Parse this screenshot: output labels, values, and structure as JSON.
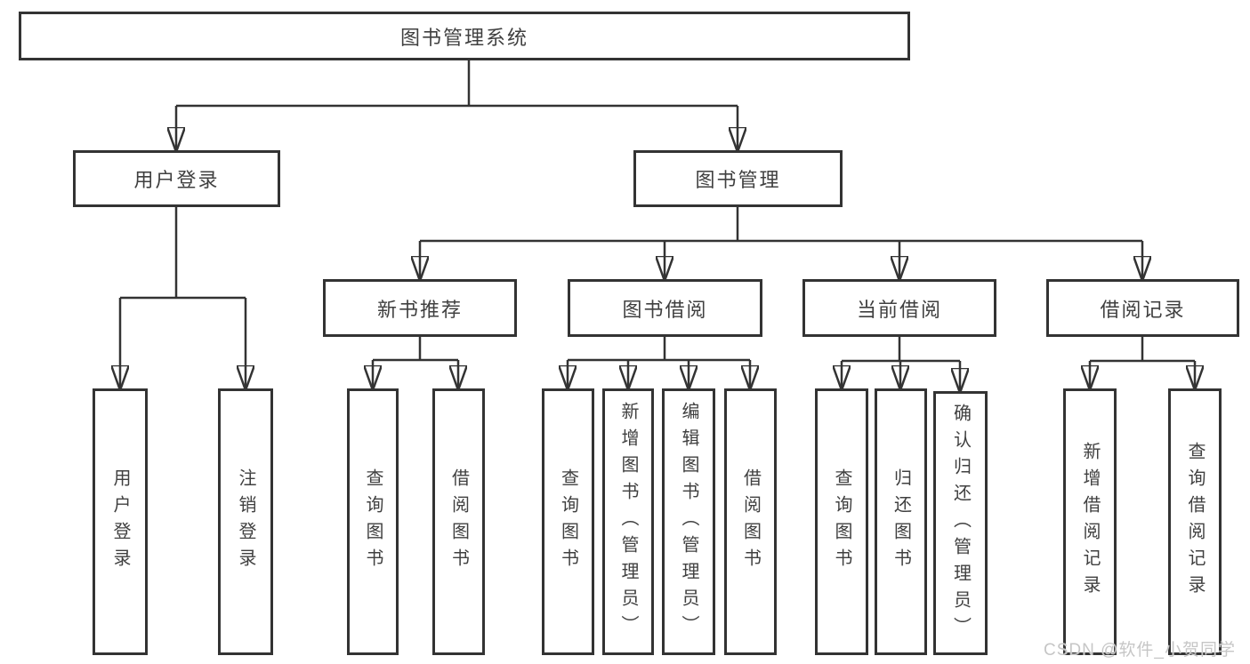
{
  "diagram": {
    "title": "图书管理系统",
    "kind": "function-structure-tree",
    "colors": {
      "line": "#333333",
      "box_border": "#333333",
      "text": "#404040",
      "background": "#ffffff",
      "watermark": "#c6c6c6"
    },
    "watermark": "CSDN @软件_小贺同学",
    "nodes": {
      "root": "图书管理系统",
      "login_group": "用户登录",
      "book_mgmt_group": "图书管理",
      "new_book_rec": "新书推荐",
      "book_borrow": "图书借阅",
      "current_borrow": "当前借阅",
      "borrow_records": "借阅记录",
      "leaf_user_login": "用户登录",
      "leaf_logout": "注销登录",
      "leaf_rec_query_book": "查询图书",
      "leaf_rec_borrow_book": "借阅图书",
      "leaf_bb_query_book": "查询图书",
      "leaf_bb_add_book": "新增图书（管理员）",
      "leaf_bb_edit_book": "编辑图书（管理员）",
      "leaf_bb_borrow_book": "借阅图书",
      "leaf_cb_query_book": "查询图书",
      "leaf_cb_return_book": "归还图书",
      "leaf_cb_confirm_return": "确认归还（管理员）",
      "leaf_br_add_record": "新增借阅记录",
      "leaf_br_query_record": "查询借阅记录"
    },
    "edges": [
      [
        "root",
        "login_group"
      ],
      [
        "root",
        "book_mgmt_group"
      ],
      [
        "login_group",
        "leaf_user_login"
      ],
      [
        "login_group",
        "leaf_logout"
      ],
      [
        "book_mgmt_group",
        "new_book_rec"
      ],
      [
        "book_mgmt_group",
        "book_borrow"
      ],
      [
        "book_mgmt_group",
        "current_borrow"
      ],
      [
        "book_mgmt_group",
        "borrow_records"
      ],
      [
        "new_book_rec",
        "leaf_rec_query_book"
      ],
      [
        "new_book_rec",
        "leaf_rec_borrow_book"
      ],
      [
        "book_borrow",
        "leaf_bb_query_book"
      ],
      [
        "book_borrow",
        "leaf_bb_add_book"
      ],
      [
        "book_borrow",
        "leaf_bb_edit_book"
      ],
      [
        "book_borrow",
        "leaf_bb_borrow_book"
      ],
      [
        "current_borrow",
        "leaf_cb_query_book"
      ],
      [
        "current_borrow",
        "leaf_cb_return_book"
      ],
      [
        "current_borrow",
        "leaf_cb_confirm_return"
      ],
      [
        "borrow_records",
        "leaf_br_add_record"
      ],
      [
        "borrow_records",
        "leaf_br_query_record"
      ]
    ]
  }
}
